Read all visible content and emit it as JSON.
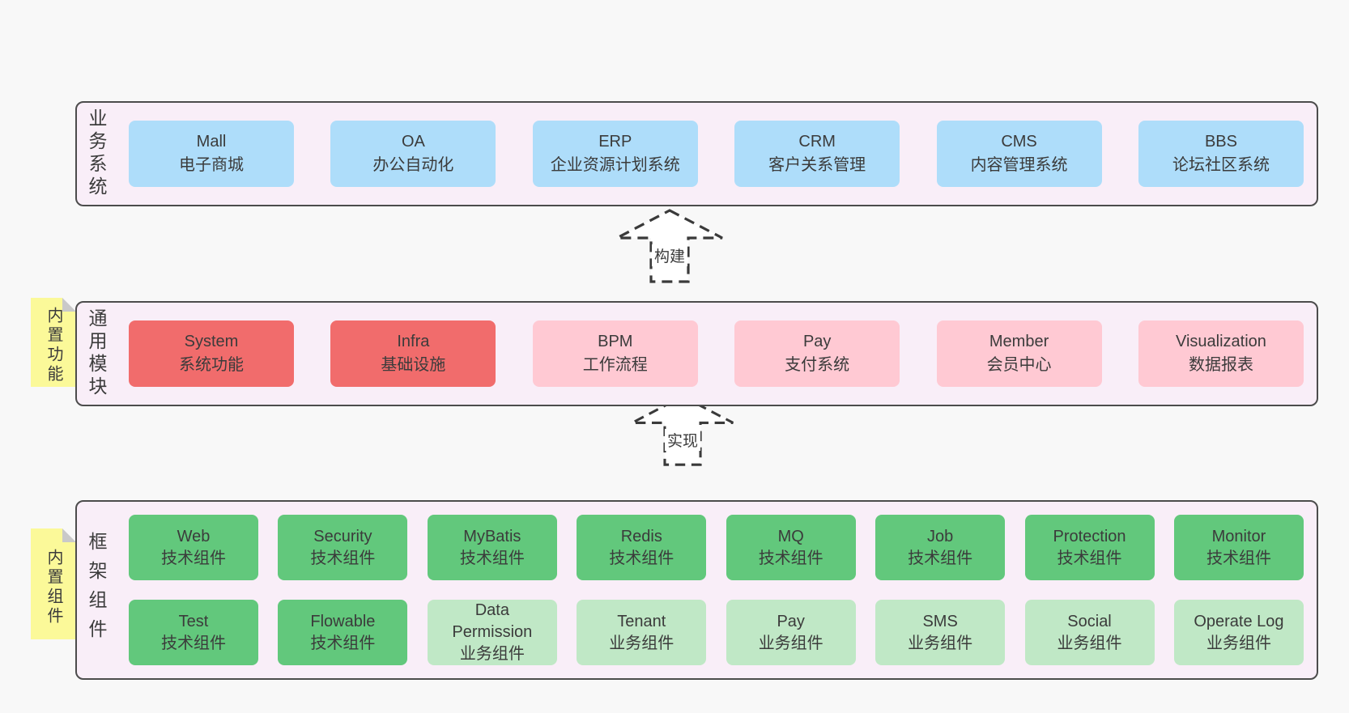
{
  "colors": {
    "page_bg": "#f8f8f8",
    "panel_bg": "#f9eef8",
    "panel_border": "#4c4c4c",
    "box_blue": "#aeddfa",
    "box_red": "#f16c6c",
    "box_pink": "#ffc9d3",
    "box_green_dark": "#62c87c",
    "box_green_light": "#c0e8c6",
    "note_yellow": "#fbf999",
    "note_fold_gray": "#c9c9c9",
    "text": "#3b3b3b"
  },
  "business": {
    "label": "业务系统",
    "boxes": [
      {
        "title": "Mall",
        "subtitle": "电子商城"
      },
      {
        "title": "OA",
        "subtitle": "办公自动化"
      },
      {
        "title": "ERP",
        "subtitle": "企业资源计划系统"
      },
      {
        "title": "CRM",
        "subtitle": "客户关系管理"
      },
      {
        "title": "CMS",
        "subtitle": "内容管理系统"
      },
      {
        "title": "BBS",
        "subtitle": "论坛社区系统"
      }
    ]
  },
  "arrow_build": {
    "label": "构建"
  },
  "modules": {
    "note": "内置功能",
    "label": "通用模块",
    "boxes": [
      {
        "title": "System",
        "subtitle": "系统功能"
      },
      {
        "title": "Infra",
        "subtitle": "基础设施"
      },
      {
        "title": "BPM",
        "subtitle": "工作流程"
      },
      {
        "title": "Pay",
        "subtitle": "支付系统"
      },
      {
        "title": "Member",
        "subtitle": "会员中心"
      },
      {
        "title": "Visualization",
        "subtitle": "数据报表"
      }
    ]
  },
  "arrow_implement": {
    "label": "实现"
  },
  "components": {
    "note": "内置组件",
    "label": "框架组件",
    "row1": [
      {
        "title": "Web",
        "subtitle": "技术组件"
      },
      {
        "title": "Security",
        "subtitle": "技术组件"
      },
      {
        "title": "MyBatis",
        "subtitle": "技术组件"
      },
      {
        "title": "Redis",
        "subtitle": "技术组件"
      },
      {
        "title": "MQ",
        "subtitle": "技术组件"
      },
      {
        "title": "Job",
        "subtitle": "技术组件"
      },
      {
        "title": "Protection",
        "subtitle": "技术组件"
      },
      {
        "title": "Monitor",
        "subtitle": "技术组件"
      }
    ],
    "row2": [
      {
        "title": "Test",
        "subtitle": "技术组件"
      },
      {
        "title": "Flowable",
        "subtitle": "技术组件"
      },
      {
        "title": "Data Permission",
        "subtitle": "业务组件"
      },
      {
        "title": "Tenant",
        "subtitle": "业务组件"
      },
      {
        "title": "Pay",
        "subtitle": "业务组件"
      },
      {
        "title": "SMS",
        "subtitle": "业务组件"
      },
      {
        "title": "Social",
        "subtitle": "业务组件"
      },
      {
        "title": "Operate Log",
        "subtitle": "业务组件"
      }
    ]
  }
}
